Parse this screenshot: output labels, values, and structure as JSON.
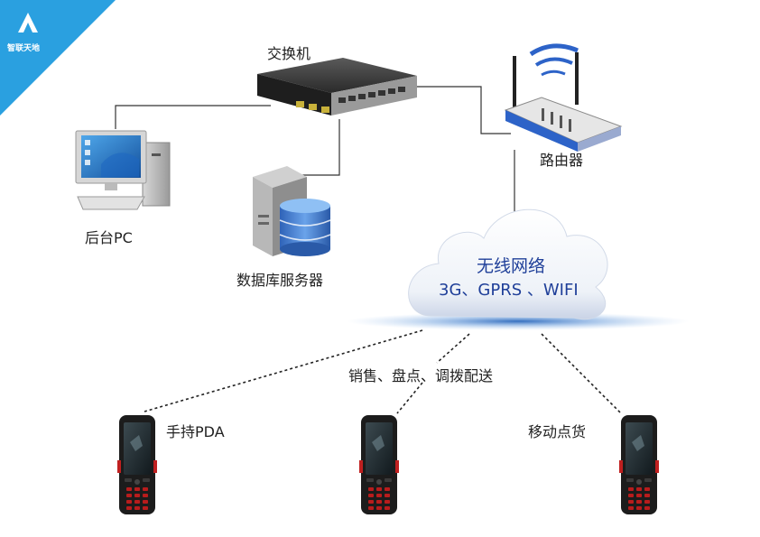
{
  "logo": {
    "text": "智联天地",
    "icon": "mountain-a-logo-icon",
    "color": "#2aa0e0"
  },
  "nodes": {
    "switch": "交换机",
    "router": "路由器",
    "pc": "后台PC",
    "db_server": "数据库服务器",
    "handheld": "手持PDA",
    "mobile_stock": "移动点货"
  },
  "cloud": {
    "title": "无线网络",
    "subtitle": "3G、GPRS 、WIFI"
  },
  "functions_label": "销售、盘点、调拨配送",
  "colors": {
    "cloud_text": "#1f3f99",
    "line": "#333333",
    "router_blue": "#2d63c8"
  }
}
